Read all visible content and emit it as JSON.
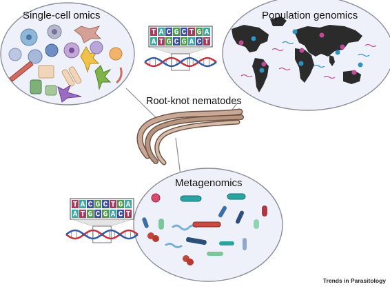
{
  "panels": {
    "single_cell": {
      "title": "Single-cell omics"
    },
    "population": {
      "title": "Population genomics"
    },
    "metagenomics": {
      "title": "Metagenomics"
    }
  },
  "center": {
    "title": "Root-knot nematodes"
  },
  "dna_strip": {
    "top": [
      "T",
      "A",
      "C",
      "G",
      "C",
      "T",
      "G",
      "A"
    ],
    "bottom": [
      "A",
      "T",
      "G",
      "C",
      "G",
      "A",
      "C",
      "T"
    ]
  },
  "footer": {
    "credit": "Trends in Parasitology"
  },
  "colors": {
    "ellipse_fill": "#eef1f9",
    "ellipse_stroke": "#8a8d99",
    "base_A": "#3da7a1",
    "base_T": "#a63a5f",
    "base_C": "#3d4f9e",
    "base_G": "#4f9a4d",
    "helix_red": "#c62f3a",
    "helix_blue": "#2f5aa8",
    "worm": "#9a7b6c",
    "map": "#2b2b2b"
  }
}
